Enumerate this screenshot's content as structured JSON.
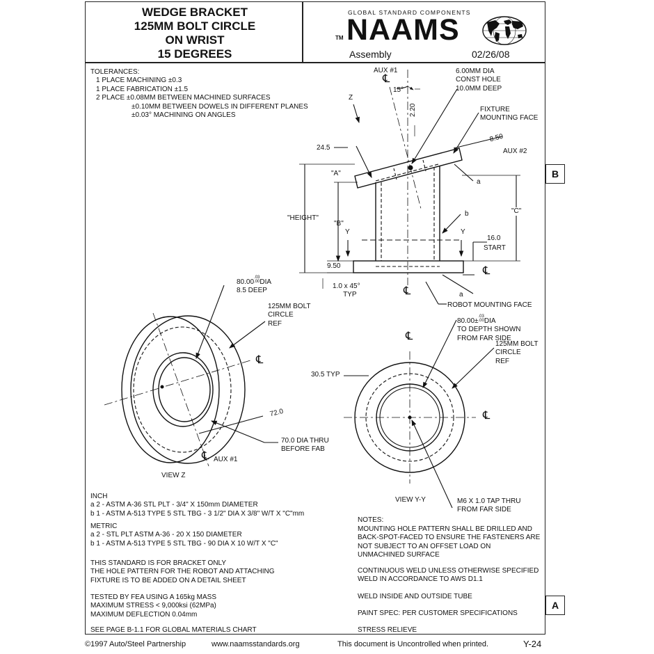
{
  "title": {
    "line1": "WEDGE BRACKET",
    "line2": "125MM BOLT CIRCLE",
    "line3": "ON WRIST",
    "line4": "15 DEGREES"
  },
  "header": {
    "company": "GLOBAL STANDARD COMPONENTS",
    "trademark": "TM",
    "brand": "NAAMS",
    "section": "Assembly",
    "date": "02/26/08"
  },
  "tolerances": [
    "TOLERANCES:",
    "1 PLACE MACHINING ±0.3",
    "1 PLACE FABRICATION ±1.5",
    "2 PLACE   ±0.08MM BETWEEN MACHINED SURFACES",
    "±0.10MM BETWEEN DOWELS IN DIFFERENT PLANES",
    "±0.03° MACHINING ON ANGLES"
  ],
  "side_view": {
    "aux1": "AUX #1",
    "angle": "15°",
    "z": "Z",
    "dim_220": "2.20",
    "dim_245": "24.5",
    "dim_850": "8.50",
    "aux2": "AUX #2",
    "hole_note": [
      "6.00MM DIA",
      "CONST HOLE",
      "10.0MM DEEP"
    ],
    "fixture_face": [
      "FIXTURE",
      "MOUNTING FACE"
    ],
    "label_a_top": "\"A\"",
    "label_height": "\"HEIGHT\"",
    "label_b": "\"B\"",
    "label_c": "\"C\"",
    "y_left": "Y",
    "y_right": "Y",
    "ref_a": "a",
    "ref_b": "b",
    "ref_a2": "a",
    "dim_160": "16.0",
    "start": "START",
    "dim_950": "9.50",
    "chamfer": [
      "1.0 x 45°",
      "TYP"
    ],
    "robot_face": "ROBOT MOUNTING FACE"
  },
  "view_z": {
    "bore_note": [
      "80.00",
      "8.5 DEEP"
    ],
    "bore_tol_plus": ".03",
    "bore_tol_minus": ".00",
    "dia_suffix": "DIA",
    "bolt_circle": [
      "125MM BOLT",
      "CIRCLE",
      "REF"
    ],
    "dim_72": "72.0",
    "thru_note": [
      "70.0 DIA THRU",
      "BEFORE FAB"
    ],
    "aux1": "AUX #1",
    "label": "VIEW Z"
  },
  "view_yy": {
    "bore_note": [
      "80.00±",
      "TO DEPTH SHOWN",
      "FROM FAR SIDE"
    ],
    "bore_tol_plus": ".03",
    "bore_tol_minus": ".00",
    "dia_suffix": "DIA",
    "bolt_circle": [
      "125MM BOLT",
      "CIRCLE",
      "REF"
    ],
    "dim_305": "30.5 TYP",
    "tap_note": [
      "M6 X 1.0 TAP THRU",
      "FROM FAR SIDE"
    ],
    "label": "VIEW Y-Y"
  },
  "centerline_symbol": "℄",
  "materials": {
    "inch": [
      "INCH",
      "a   2 - ASTM A-36   STL PLT - 3/4\" X 150mm DIAMETER",
      "b   1 - ASTM A-513  TYPE 5 STL TBG - 3 1/2\" DIA X 3/8\" W/T X \"C\"mm"
    ],
    "metric": [
      "METRIC",
      "a   2 - STL PLT  ASTM A-36 - 20 X 150 DIAMETER",
      "b   1 - ASTM A-513  TYPE 5 STL TBG - 90 DIA X 10 W/T X \"C\""
    ],
    "standard": [
      "THIS STANDARD IS FOR BRACKET ONLY",
      "THE HOLE PATTERN FOR THE ROBOT AND ATTACHING",
      "FIXTURE IS TO BE ADDED ON A DETAIL SHEET"
    ],
    "fea": [
      "TESTED BY FEA USING A 165kg MASS",
      "MAXIMUM STRESS < 9,000ksi (62MPa)",
      "MAXIMUM DEFLECTION 0.04mm"
    ],
    "chart": "SEE PAGE B-1.1 FOR GLOBAL MATERIALS CHART"
  },
  "notes": {
    "heading": "NOTES:",
    "n1": [
      "MOUNTING HOLE PATTERN SHALL BE DRILLED AND",
      "BACK-SPOT-FACED TO ENSURE THE FASTENERS ARE",
      "NOT SUBJECT TO AN OFFSET LOAD ON",
      "UNMACHINED SURFACE"
    ],
    "n2": [
      "CONTINUOUS WELD UNLESS OTHERWISE SPECIFIED",
      "WELD IN ACCORDANCE TO AWS D1.1"
    ],
    "n3": "WELD INSIDE AND OUTSIDE TUBE",
    "n4": "PAINT SPEC: PER CUSTOMER SPECIFICATIONS",
    "n5": "STRESS RELIEVE"
  },
  "tabs": {
    "b": "B",
    "a": "A"
  },
  "footer": {
    "copyright": "©1997 Auto/Steel Partnership",
    "website": "www.naamsstandards.org",
    "uncontrolled": "This document is Uncontrolled when printed.",
    "page": "Y-24"
  }
}
